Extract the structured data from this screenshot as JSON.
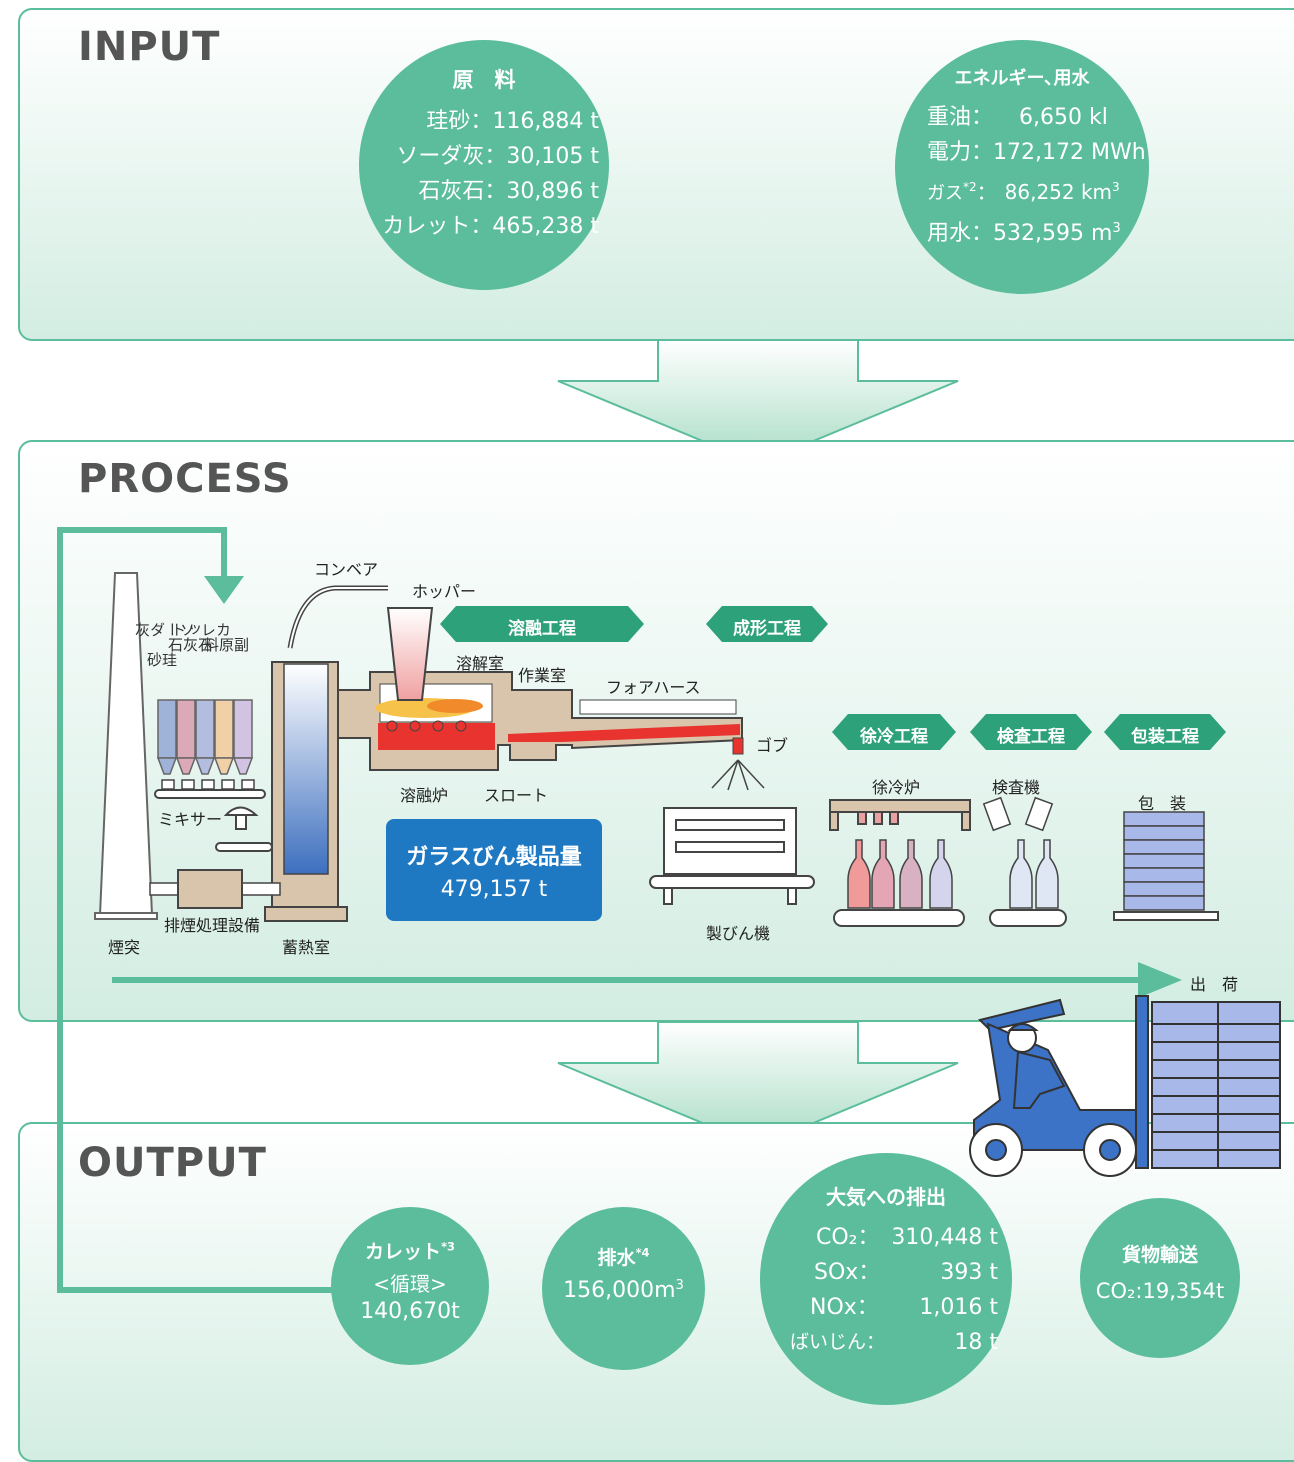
{
  "input": {
    "title": "INPUT",
    "raw": {
      "title": "原　料",
      "items": [
        {
          "label": "珪砂：",
          "value": "116,884 t"
        },
        {
          "label": "ソーダ灰：",
          "value": "30,105 t"
        },
        {
          "label": "石灰石：",
          "value": "30,896 t"
        },
        {
          "label": "カレット：",
          "value": "465,238 t"
        }
      ]
    },
    "energy": {
      "title": "エネルギー､用水",
      "items": [
        {
          "label": "重油：",
          "value": "6,650 kl"
        },
        {
          "label": "電力：",
          "value": "172,172 MWh"
        },
        {
          "label": "ガス",
          "note": "*2",
          "colon": "：",
          "value": "86,252 km",
          "unit_sup": "3"
        },
        {
          "label": "用水：",
          "value": "532,595 m",
          "unit_sup": "3"
        }
      ]
    }
  },
  "process": {
    "title": "PROCESS",
    "stages": [
      "溶融工程",
      "成形工程",
      "徐冷工程",
      "検査工程",
      "包装工程"
    ],
    "labels": {
      "conveyor": "コンベア",
      "hopper": "ホッパー",
      "melt_chamber": "溶解室",
      "work_chamber": "作業室",
      "forehearth": "フォアハース",
      "furnace": "溶融炉",
      "throat": "スロート",
      "gob": "ゴブ",
      "bottle_machine": "製びん機",
      "lehr": "徐冷炉",
      "inspection_machine": "検査機",
      "packing": "包　装",
      "mixer": "ミキサー",
      "chimney": "煙突",
      "exhaust": "排煙処理設備",
      "regenerator": "蓄熱室",
      "shipping": "出　荷"
    },
    "silos": [
      "珪砂",
      "ソーダ灰",
      "石灰石",
      "カレット",
      "副原料"
    ],
    "product": {
      "title": "ガラスびん製品量",
      "value": "479,157 t"
    }
  },
  "output": {
    "title": "OUTPUT",
    "cullet": {
      "title": "カレット",
      "note": "*3",
      "sub": "<循環>",
      "value": "140,670t"
    },
    "wastewater": {
      "title": "排水",
      "note": "*4",
      "value": "156,000m",
      "unit_sup": "3"
    },
    "air": {
      "title": "大気への排出",
      "items": [
        {
          "label": "CO₂：",
          "value": "310,448 t"
        },
        {
          "label": "SOx：",
          "value": "393 t"
        },
        {
          "label": "NOx：",
          "value": "1,016 t"
        },
        {
          "label": "ばいじん：",
          "value": "18 t"
        }
      ]
    },
    "freight": {
      "title": "貨物輸送",
      "value": "CO₂:19,354t"
    }
  },
  "colors": {
    "green": "#5bbd9b",
    "arrow": "#5bbd9b",
    "product_box": "#1e78c2",
    "melt": "#e8332f"
  }
}
